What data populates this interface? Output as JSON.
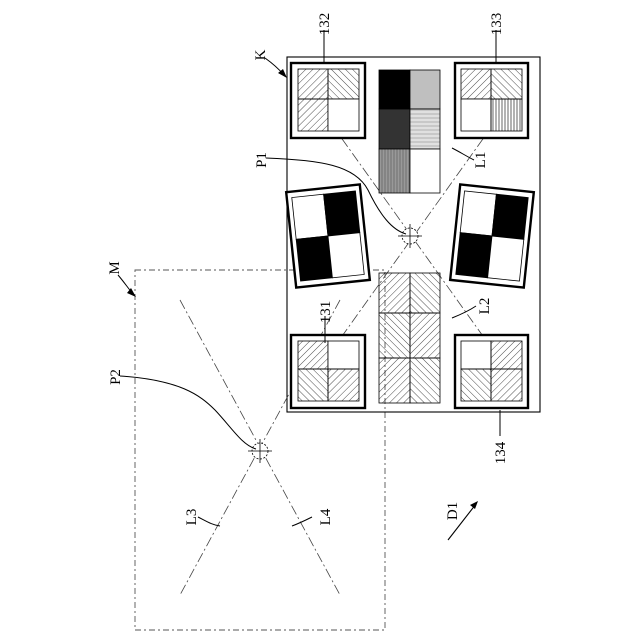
{
  "figure": {
    "labels": {
      "mask": "M",
      "panel": "K",
      "mark_131": "131",
      "mark_132": "132",
      "mark_133": "133",
      "mark_134": "134",
      "point_p1": "P1",
      "point_p2": "P2",
      "line_l1": "L1",
      "line_l2": "L2",
      "line_l3": "L3",
      "line_l4": "L4",
      "direction": "D1"
    },
    "colors": {
      "ink": "#000000",
      "dark_gray": "#333333",
      "mid_gray": "#999999",
      "light_gray": "#bfbfbf",
      "lighter_gray": "#e0e0e0"
    }
  }
}
